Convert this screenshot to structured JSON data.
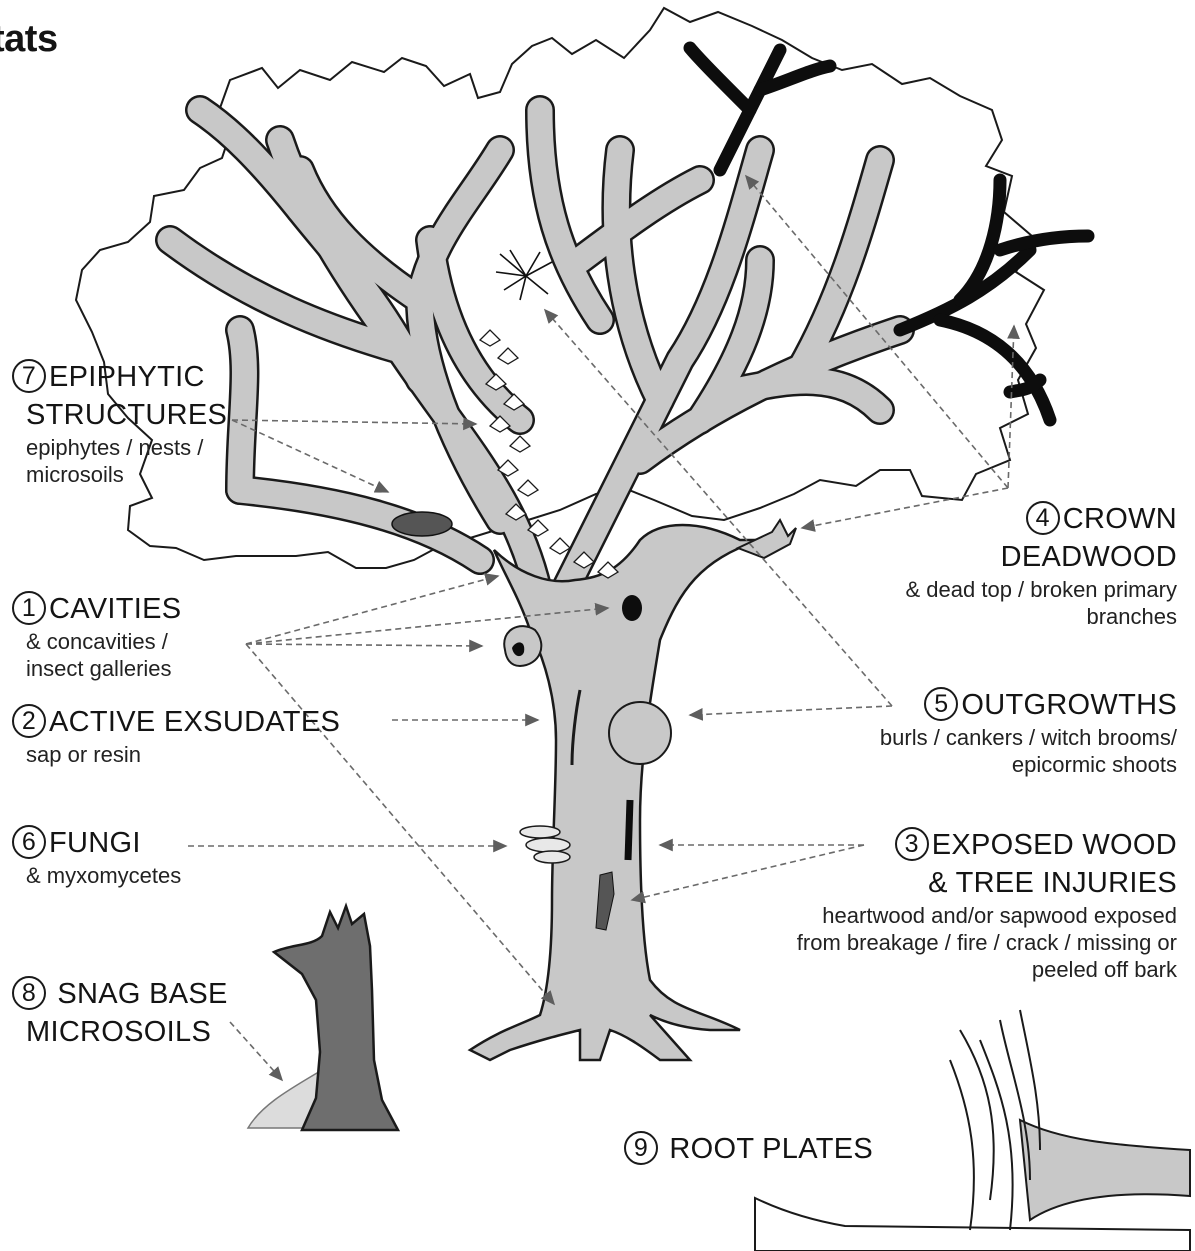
{
  "title": "tats",
  "labels": {
    "epiphytic": {
      "number": "7",
      "heading_1": "EPIPHYTIC",
      "heading_2": "STRUCTURES",
      "sub_1": "epiphytes / nests /",
      "sub_2": "microsoils"
    },
    "cavities": {
      "number": "1",
      "heading": "CAVITIES",
      "sub_1": "& concavities /",
      "sub_2": "insect galleries"
    },
    "exsudates": {
      "number": "2",
      "heading": "ACTIVE EXSUDATES",
      "sub_1": "sap or resin"
    },
    "fungi": {
      "number": "6",
      "heading": "FUNGI",
      "sub_1": "& myxomycetes"
    },
    "snag": {
      "number": "8",
      "heading_1": "SNAG BASE",
      "heading_2": "MICROSOILS"
    },
    "crown": {
      "number": "4",
      "heading_1": "CROWN",
      "heading_2": "DEADWOOD",
      "sub_1": "& dead top / broken primary",
      "sub_2": "branches"
    },
    "outgrowths": {
      "number": "5",
      "heading": "OUTGROWTHS",
      "sub_1": "burls / cankers / witch brooms/",
      "sub_2": "epicormic shoots"
    },
    "exposed": {
      "number": "3",
      "heading_1": "EXPOSED WOOD",
      "heading_2": "& TREE INJURIES",
      "sub_1": "heartwood and/or sapwood exposed",
      "sub_2": "from breakage / fire / crack / missing or",
      "sub_3": "peeled off bark"
    },
    "rootplates": {
      "number": "9",
      "heading": "ROOT PLATES"
    }
  },
  "colors": {
    "trunk": "#c8c8c8",
    "outline": "#1a1a1a",
    "deadwood": "#0d0d0d",
    "snag": "#6e6e6e",
    "arrow": "#6a6a6a"
  }
}
